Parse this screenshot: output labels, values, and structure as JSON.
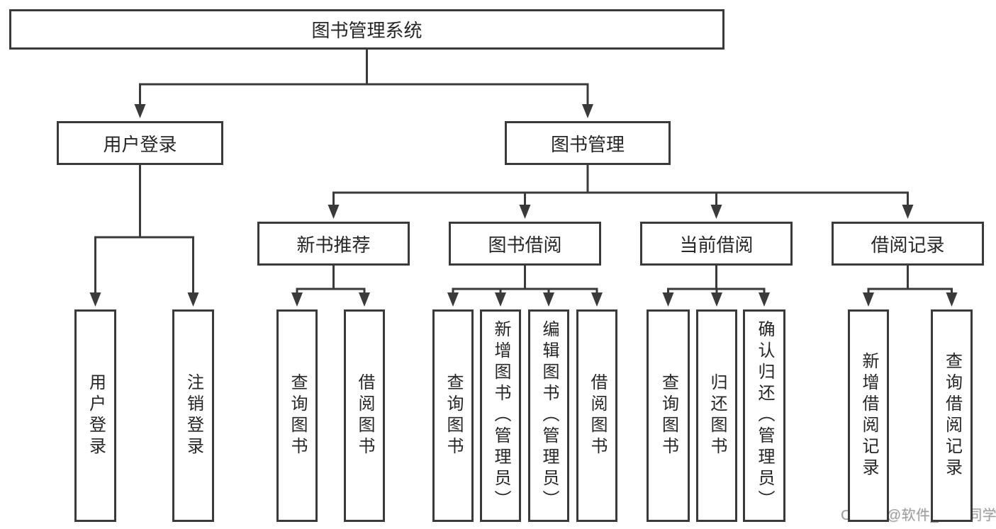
{
  "watermark": "CSDN @软件_小贺同学",
  "colors": {
    "line": "#3a3a3a",
    "text": "#262626",
    "watermark": "#9d9d9d",
    "background": "#ffffff"
  },
  "nodes": [
    {
      "id": "root",
      "label": "图书管理系统",
      "parent": null
    },
    {
      "id": "user-login",
      "label": "用户登录",
      "parent": "root"
    },
    {
      "id": "book-mgmt",
      "label": "图书管理",
      "parent": "root"
    },
    {
      "id": "login",
      "label": "用户登录",
      "parent": "user-login"
    },
    {
      "id": "logout",
      "label": "注销登录",
      "parent": "user-login"
    },
    {
      "id": "new-book-rec",
      "label": "新书推荐",
      "parent": "book-mgmt"
    },
    {
      "id": "book-borrow",
      "label": "图书借阅",
      "parent": "book-mgmt"
    },
    {
      "id": "current-borrow",
      "label": "当前借阅",
      "parent": "book-mgmt"
    },
    {
      "id": "borrow-records",
      "label": "借阅记录",
      "parent": "book-mgmt"
    },
    {
      "id": "nbr-query-book",
      "label": "查询图书",
      "parent": "new-book-rec"
    },
    {
      "id": "nbr-borrow-book",
      "label": "借阅图书",
      "parent": "new-book-rec"
    },
    {
      "id": "bb-query-book",
      "label": "查询图书",
      "parent": "book-borrow"
    },
    {
      "id": "bb-add-book",
      "label": "新增图书（管理员）",
      "parent": "book-borrow"
    },
    {
      "id": "bb-edit-book",
      "label": "编辑图书（管理员）",
      "parent": "book-borrow"
    },
    {
      "id": "bb-borrow-book",
      "label": "借阅图书",
      "parent": "book-borrow"
    },
    {
      "id": "cb-query-book",
      "label": "查询图书",
      "parent": "current-borrow"
    },
    {
      "id": "cb-return-book",
      "label": "归还图书",
      "parent": "current-borrow"
    },
    {
      "id": "cb-confirm-return",
      "label": "确认归还（管理员）",
      "parent": "current-borrow"
    },
    {
      "id": "br-add-record",
      "label": "新增借阅记录",
      "parent": "borrow-records"
    },
    {
      "id": "br-query-record",
      "label": "查询借阅记录",
      "parent": "borrow-records"
    }
  ]
}
